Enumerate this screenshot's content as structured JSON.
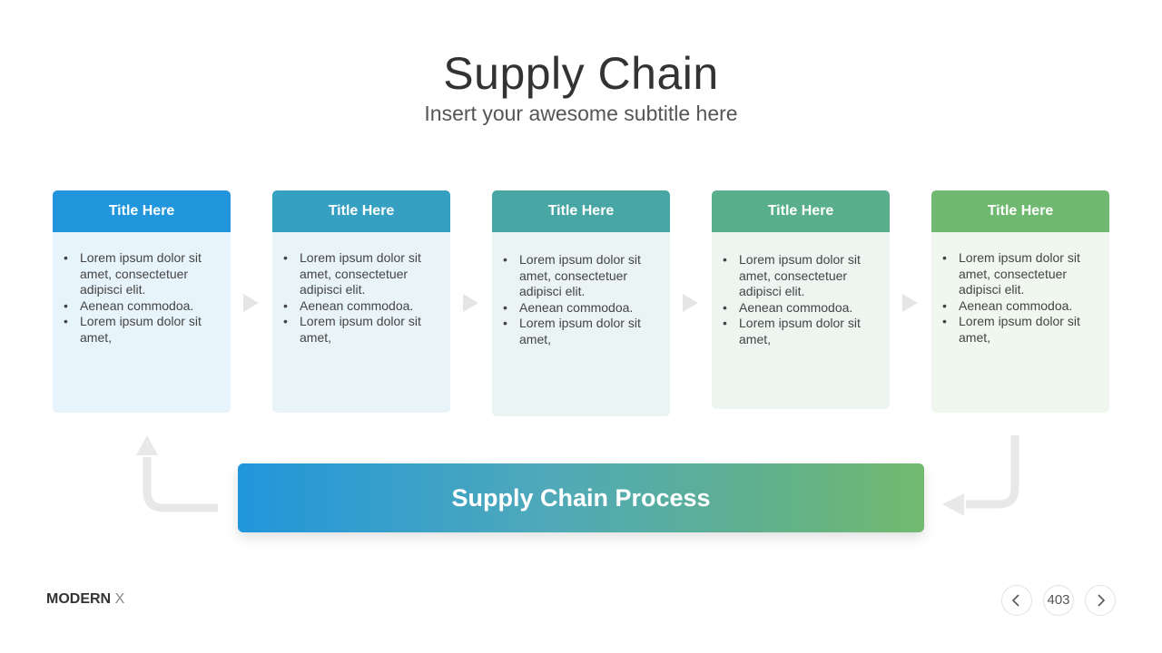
{
  "title": "Supply Chain",
  "subtitle": "Insert your awesome subtitle here",
  "cards": [
    {
      "title": "Title Here",
      "bullets": [
        "Lorem ipsum dolor sit amet, consectetuer adipisci elit.",
        "Aenean commodoa.",
        "Lorem ipsum dolor sit amet,"
      ],
      "header_color": "#2196dc",
      "body_color": "#e8f4fb"
    },
    {
      "title": "Title Here",
      "bullets": [
        "Lorem ipsum dolor sit amet, consectetuer adipisci elit.",
        "Aenean commodoa.",
        "Lorem ipsum dolor sit amet,"
      ],
      "header_color": "#36a0c3",
      "body_color": "#e9f4f8"
    },
    {
      "title": "Title Here",
      "bullets": [
        "Lorem ipsum dolor sit amet, consectetuer adipisci elit.",
        "Aenean commodoa.",
        "Lorem ipsum dolor sit amet,"
      ],
      "header_color": "#48a6a4",
      "body_color": "#eaf4f5"
    },
    {
      "title": "Title Here",
      "bullets": [
        "Lorem ipsum dolor sit amet, consectetuer adipisci elit.",
        "Aenean commodoa.",
        "Lorem ipsum dolor sit amet,"
      ],
      "header_color": "#59ae8b",
      "body_color": "#edf5f1"
    },
    {
      "title": "Title Here",
      "bullets": [
        "Lorem ipsum dolor sit amet, consectetuer adipisci elit.",
        "Aenean commodoa.",
        "Lorem ipsum dolor sit amet,"
      ],
      "header_color": "#6fb86f",
      "body_color": "#f0f7ef"
    }
  ],
  "process": {
    "label": "Supply Chain Process",
    "gradient_start": "#2196dc",
    "gradient_end": "#72ba6f"
  },
  "footer": {
    "brand_main": "MODERN",
    "brand_suffix": "X",
    "page_number": "403",
    "prev_icon": "chevron-left-icon",
    "next_icon": "chevron-right-icon"
  },
  "colors": {
    "arrow_gray": "#e5e5e5"
  }
}
